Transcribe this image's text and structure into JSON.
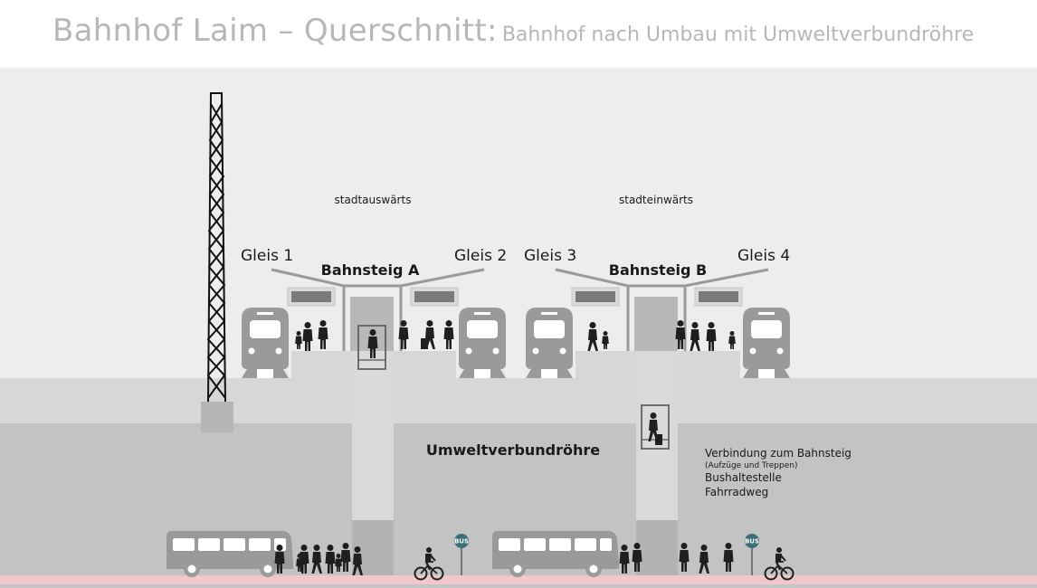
{
  "title": {
    "main": "Bahnhof Laim – Querschnitt:",
    "sub": "Bahnhof nach Umbau mit Umweltverbundröhre"
  },
  "directions": {
    "left": "stadtauswärts",
    "right": "stadteinwärts"
  },
  "tracks": {
    "gleis1": "Gleis 1",
    "gleis2": "Gleis 2",
    "gleis3": "Gleis 3",
    "gleis4": "Gleis 4"
  },
  "platforms": {
    "a": "Bahnsteig A",
    "b": "Bahnsteig B"
  },
  "tunnel": {
    "name": "Umweltverbundröhre",
    "legend": {
      "connection": "Verbindung zum Bahnsteig",
      "connection_note": "(Aufzüge und Treppen)",
      "bus": "Bushaltestelle",
      "bike": "Fahrradweg"
    }
  },
  "bus_sign": "BUS",
  "colors": {
    "sky": "#ededed",
    "embankment": "#d7d7d7",
    "tunnel": "#c3c3c3",
    "shaft": "#d9d9d9",
    "bike_lane": "#f0c8cc",
    "bus_sign": "#3d6f7a",
    "vehicle": "#9a9a9a",
    "title": "#b7b7b7"
  },
  "icons": [
    "pylon-icon",
    "train-icon",
    "elevator-icon",
    "bus-icon",
    "bus-stop-sign-icon",
    "cyclist-icon",
    "person-icon"
  ]
}
